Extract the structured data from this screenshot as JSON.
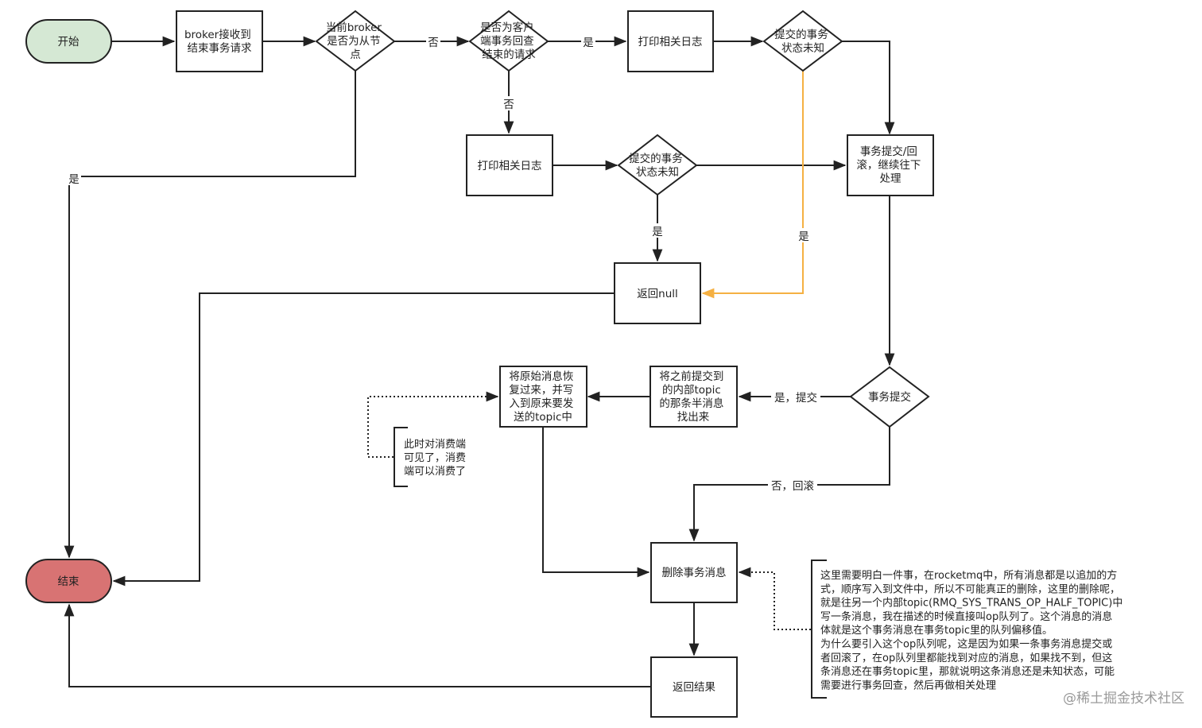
{
  "nodes": {
    "start": "开始",
    "receive": [
      "broker接收到",
      "结束事务请求"
    ],
    "isSlave": [
      "当前broker",
      "是否为从节",
      "点"
    ],
    "isCheck": [
      "是否为客户",
      "端事务回查",
      "结束的请求"
    ],
    "log1": "打印相关日志",
    "unknown1": [
      "提交的事务",
      "状态未知"
    ],
    "log2": "打印相关日志",
    "unknown2": [
      "提交的事务",
      "状态未知"
    ],
    "commitRollback": [
      "事务提交/回",
      "滚，继续往下",
      "处理"
    ],
    "returnNull": "返回null",
    "isCommit": "事务提交",
    "findHalf": [
      "将之前提交到",
      "的内部topic",
      "的那条半消息",
      "找出来"
    ],
    "restore": [
      "将原始消息恢",
      "复过来，并写",
      "入到原来要发",
      "送的topic中"
    ],
    "deleteMsg": "删除事务消息",
    "returnResult": "返回结果",
    "end": "结束"
  },
  "edge_labels": {
    "slave_no": "否",
    "slave_yes": "是",
    "check_yes": "是",
    "check_no": "否",
    "unknown2_yes": "是",
    "unknown1_yes": "是",
    "commit_yes": "是，提交",
    "commit_no": "否，回滚"
  },
  "notes": {
    "consumer": [
      "此时对消费端",
      "可见了，消费",
      "端可以消费了"
    ],
    "op_queue": [
      "这里需要明白一件事，在rocketmq中，所有消息都是以追加的方",
      "式，顺序写入到文件中，所以不可能真正的删除，这里的删除呢，",
      "就是往另一个内部topic(RMQ_SYS_TRANS_OP_HALF_TOPIC)中",
      "写一条消息，我在描述的时候直接叫op队列了。这个消息的消息",
      "体就是这个事务消息在事务topic里的队列偏移值。",
      "为什么要引入这个op队列呢，这是因为如果一条事务消息提交或",
      "者回滚了，在op队列里都能找到对应的消息，如果找不到，但这",
      "条消息还在事务topic里，那就说明这条消息还是未知状态，可能",
      "需要进行事务回查，然后再做相关处理"
    ]
  },
  "watermark": "@稀土掘金技术社区",
  "colors": {
    "start_fill": "#d5e8d4",
    "end_fill": "#d87373",
    "stroke": "#222222",
    "highlight_edge": "#f5b042"
  }
}
